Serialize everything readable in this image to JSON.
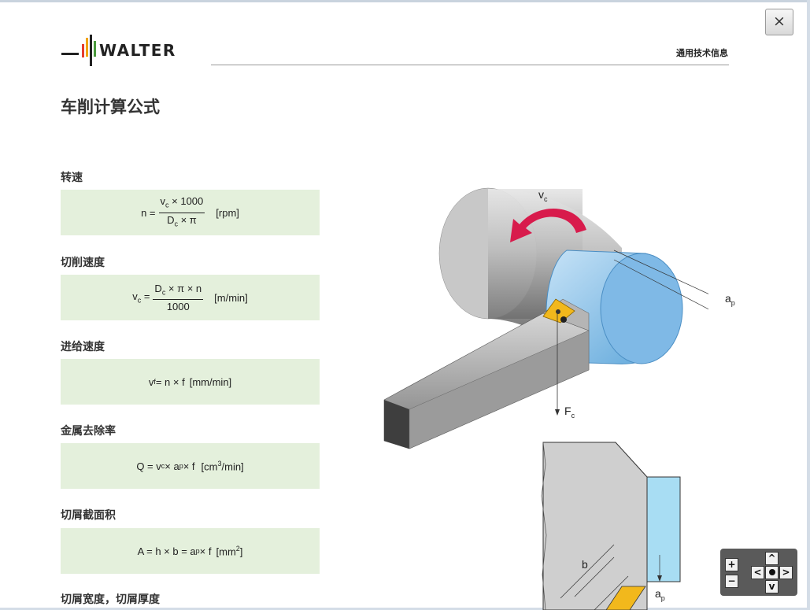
{
  "header": {
    "logo_text": "WALTER",
    "label": "通用技术信息",
    "close_label": "×"
  },
  "page": {
    "title": "车削计算公式"
  },
  "sections": [
    {
      "title": "转速",
      "lhs": "n =",
      "num": "v",
      "num_sub": "c",
      "num_rest": " × 1000",
      "den": "D",
      "den_sub": "c",
      "den_rest": " × π",
      "unit": "[rpm]"
    },
    {
      "title": "切削速度",
      "lhs": "v",
      "lhs_sub": "c",
      "lhs_rest": " =",
      "num": "D",
      "num_sub": "c",
      "num_rest": " × π × n",
      "den": "1000",
      "unit": "[m/min]"
    },
    {
      "title": "进给速度",
      "lhs": "v",
      "lhs_sub": "f",
      "rest": " = n × f",
      "unit": "[mm/min]"
    },
    {
      "title": "金属去除率",
      "p1": "Q = v",
      "s1": "c",
      "p2": " × a",
      "s2": "p",
      "p3": " × f",
      "unit_a": "[cm",
      "unit_sup": "3",
      "unit_b": "/min]"
    },
    {
      "title": "切屑截面积",
      "p1": "A = h × b = a",
      "s1": "p",
      "p2": " × f",
      "unit_a": "[mm",
      "unit_sup": "2",
      "unit_b": "]"
    },
    {
      "title": "切屑宽度，切屑厚度"
    }
  ],
  "illustration": {
    "vc": "v",
    "vc_sub": "c",
    "ap": "a",
    "ap_sub": "p",
    "fc": "F",
    "fc_sub": "c",
    "b": "b",
    "ap2": "a",
    "ap2_sub": "p"
  },
  "zoom": {
    "plus": "+",
    "minus": "−",
    "up": "^",
    "down": "v",
    "left": "<",
    "right": ">"
  },
  "colors": {
    "formula_bg": "#e4f0dc",
    "workpiece_blue": "#8cc3ea",
    "arrow_red": "#d81b4c",
    "insert_yellow": "#f2b81c"
  }
}
